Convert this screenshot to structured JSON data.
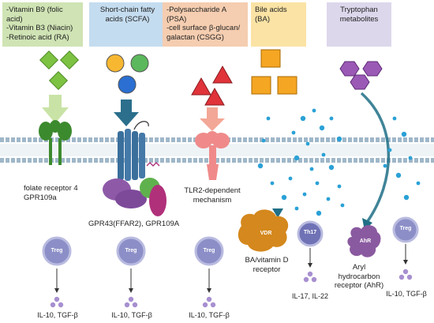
{
  "boxes": {
    "vitamins": "-Vitamin B9 (folic acid)\n-Vitamin B3 (Niacin)\n-Retinoic acid (RA)",
    "scfa": "Short-chain fatty acids (SCFA)",
    "polysaccharide": "-Polysaccharide A (PSA)\n-cell surface β-glucan/ galactan (CSGG)",
    "bile_acids": "Bile acids (BA)",
    "tryptophan": "Tryptophan metabolites"
  },
  "receptor_labels": {
    "folate": "folate receptor 4\nGPR109a",
    "gpr43": "GPR43(FFAR2), GPR109A",
    "tlr2": "TLR2-dependent\nmechanism",
    "vdr_caption": "BA/vitamin D\nreceptor",
    "ahr_caption": "Aryl\nhydrocarbon\nreceptor (AhR)"
  },
  "cell_labels": {
    "treg": "Treg",
    "th17": "Th17",
    "vdr": "VDR",
    "ahr": "AhR"
  },
  "cytokines": {
    "treg_output": "IL-10, TGF-β",
    "th17_output": "IL-17, IL-22"
  },
  "colors": {
    "vitamin_green": "#7dc242",
    "scfa_yellow": "#f7b731",
    "scfa_green": "#5cb85c",
    "scfa_blue": "#2a6fd1",
    "psa_red": "#e0333a",
    "ba_orange": "#f5a623",
    "trp_purple": "#9b59b6",
    "membrane": "#9fb7c9",
    "treg_cell": "#8c8fc7",
    "dot_blue": "#2aa1d6"
  }
}
